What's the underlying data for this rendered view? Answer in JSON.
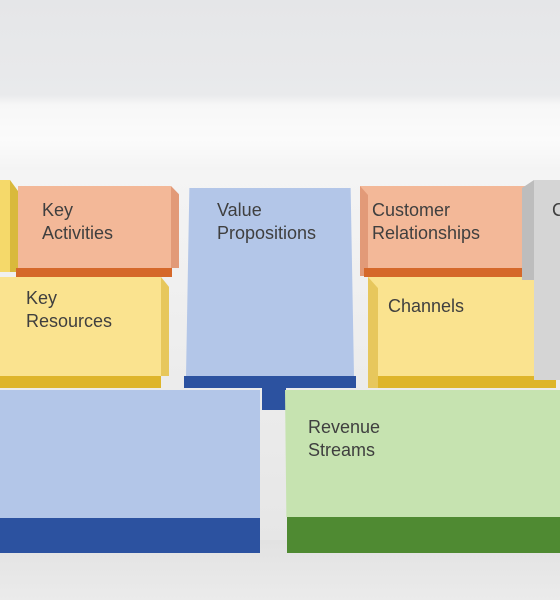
{
  "canvas": {
    "blocks": {
      "key_partners": {
        "label": "",
        "top": "#f5d96a",
        "side": "#d9b93c"
      },
      "key_activities": {
        "label": "Key\nActivities",
        "top": "#f3b898",
        "front": "#d5682a",
        "side": "#e29a78"
      },
      "key_resources": {
        "label": "Key\nResources",
        "top": "#fae38f",
        "front": "#deb52a",
        "side": "#e7c75c"
      },
      "value_propositions": {
        "label": "Value\nPropositions",
        "top": "#b3c6e8",
        "front": "#2c52a0"
      },
      "customer_relationships": {
        "label": "Customer\nRelationships",
        "top": "#f3b898",
        "front": "#d5682a",
        "side": "#e29a78"
      },
      "channels": {
        "label": "Channels",
        "top": "#fae38f",
        "front": "#deb52a",
        "side": "#e7c75c"
      },
      "customer_segments": {
        "label": "C",
        "top": "#d5d5d5",
        "side": "#bdbdbd"
      },
      "cost_structure": {
        "label": "",
        "top": "#b3c6e8",
        "front": "#2c52a0"
      },
      "revenue_streams": {
        "label": "Revenue Streams",
        "top": "#c6e3b0",
        "front": "#4f8a32"
      }
    }
  }
}
